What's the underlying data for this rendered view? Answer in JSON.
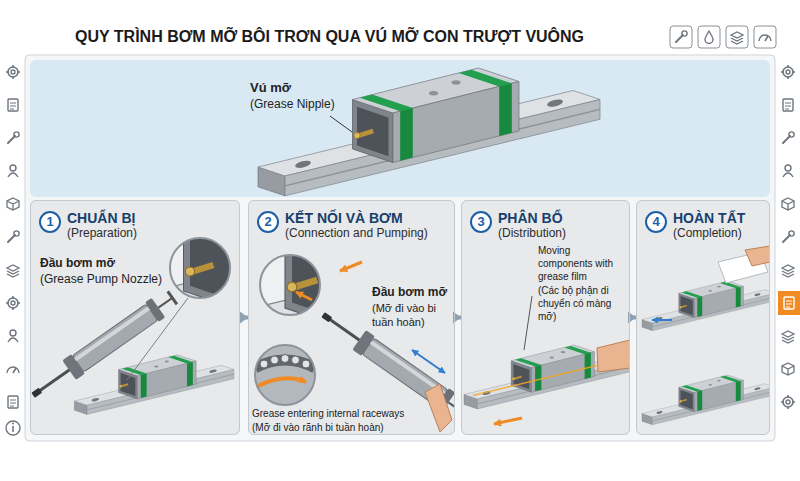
{
  "diagram": {
    "title": "QUY TRÌNH BƠM MỠ BÔI TRƠN QUA VÚ MỠ CON TRƯỢT VUÔNG",
    "nodes": [
      {
        "text": [
          "CHUẨN BỊ",
          "(Preparation)"
        ]
      },
      {
        "text": [
          "1"
        ],
        "in": 0
      },
      {
        "text": [
          "KẾT NỐI VÀ BƠM",
          "(Connection and Pumping)"
        ]
      },
      {
        "text": [
          "2"
        ],
        "in": 2
      },
      {
        "text": [
          "PHÂN BỔ",
          "(Distribution)"
        ]
      },
      {
        "text": [
          "3"
        ],
        "in": 4
      },
      {
        "text": [
          "HOÀN TẤT",
          "(Completion)"
        ]
      },
      {
        "text": [
          "4"
        ],
        "in": 6
      }
    ],
    "edges": [
      {
        "from": 0,
        "to": 2,
        "arrow": "to"
      },
      {
        "from": 2,
        "to": 4,
        "arrow": "to"
      },
      {
        "from": 4,
        "to": 6,
        "arrow": "to"
      }
    ],
    "labels": [
      "Vú mỡ",
      "(Grease Nipple)",
      "Đầu bơm mỡ",
      "(Grease Pump Nozzle)",
      "Đầu bơm mỡ",
      "(Mỡ đi vào bi tuần hoàn)",
      "Grease entering internal raceways",
      "(Mỡ đi vào rãnh bi tuần hoàn)",
      "Moving components with grease film",
      "(Các bộ phận di chuyển có màng mỡ)"
    ]
  }
}
